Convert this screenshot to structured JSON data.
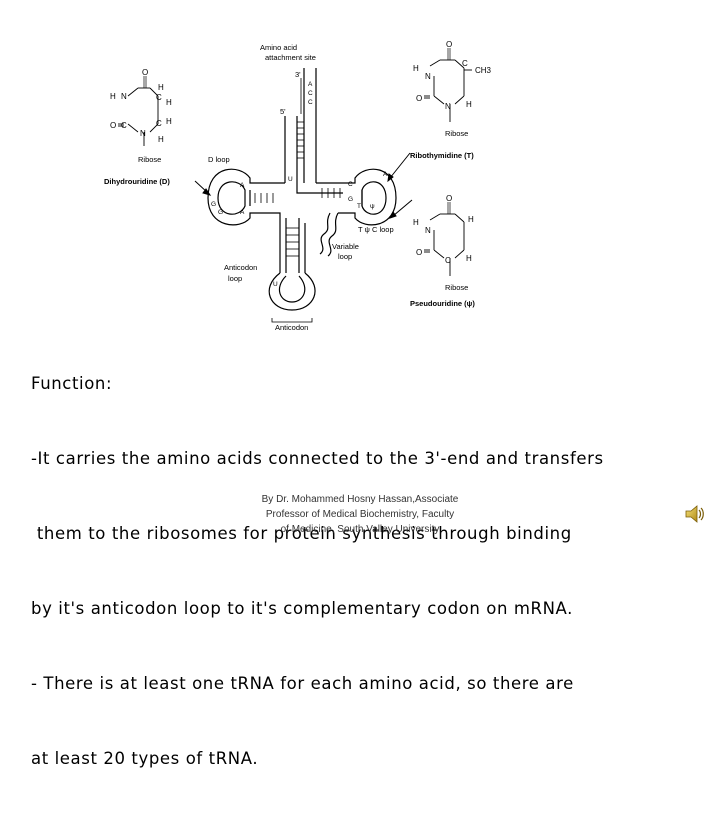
{
  "figure": {
    "labels": {
      "amino_acid_attachment_line1": "Amino acid",
      "amino_acid_attachment_line2": "attachment site",
      "three_prime": "3'",
      "five_prime": "5'",
      "d_loop": "D loop",
      "t_psi_c_loop": "T ψ C loop",
      "variable_loop_line1": "Variable",
      "variable_loop_line2": "loop",
      "anticodon_loop_line1": "Anticodon",
      "anticodon_loop_line2": "loop",
      "anticodon": "Anticodon",
      "dihydrouridine": "Dihydrouridine (D)",
      "ribothymidine": "Ribothymidine (T)",
      "pseudouridine": "Pseudouridine (ψ)",
      "ribose": "Ribose"
    },
    "acceptor_nucleotides": [
      "A",
      "C",
      "C"
    ],
    "d_arm_nucleotides": [
      "U",
      "A",
      "G",
      "G",
      "A"
    ],
    "t_arm_nucleotides": [
      "C",
      "G",
      "T",
      "ψ",
      "A"
    ],
    "anticodon_nucleotide": "U",
    "atoms": {
      "H": "H",
      "N": "N",
      "O": "O",
      "C": "C",
      "CH3": "CH3"
    }
  },
  "body": {
    "heading": "Function:",
    "lines": [
      "-It carries the amino acids connected to the 3'-end and transfers",
      " them to the ribosomes for protein synthesis through binding",
      "by it's anticodon loop to it's complementary codon on mRNA.",
      "- There is at least one tRNA for each amino acid, so there are",
      "at least 20 types of tRNA."
    ]
  },
  "credit": {
    "line1": "By Dr. Mohammed Hosny Hassan,Associate",
    "line2": "Professor of Medical Biochemistry, Faculty",
    "line3": "of Medicine, South Valley University"
  },
  "audio": {
    "icon": "speaker-icon"
  }
}
